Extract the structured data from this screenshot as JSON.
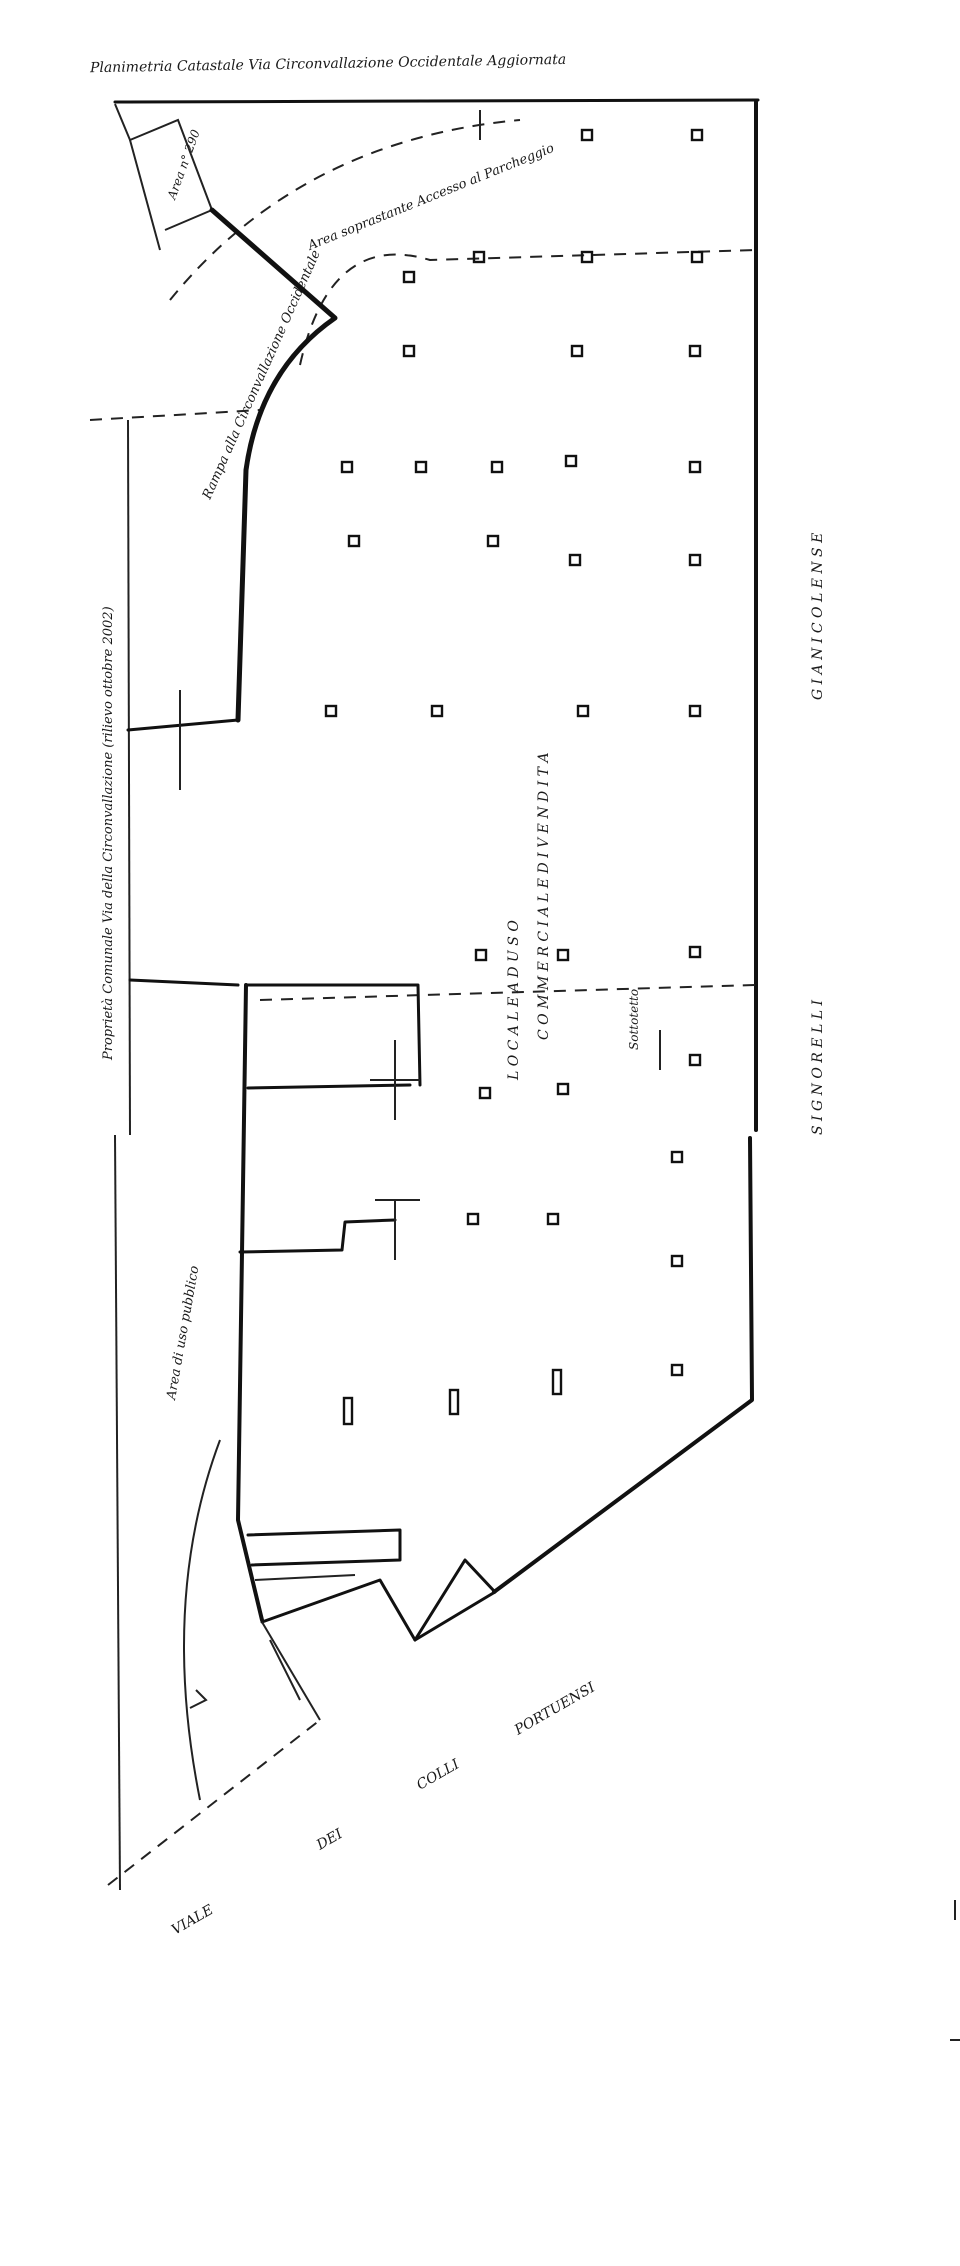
{
  "title": "Planimetria generale",
  "labels": {
    "top_note": "Planimetria  Catastale  Via Circonvallazione  Occidentale  Aggiornata",
    "top_right_small": "Area n° 290",
    "curve_upper": "Area soprastante  Accesso al Parcheggio",
    "curve_lower": "Rampa alla Circonvallazione Occidentale",
    "left_vertical_long": "Proprietà Comunale Via della Circonvallazione (rilievo ottobre 2002)",
    "left_vertical_lower": "Area  di  uso  pubblico",
    "center_line1": "L O C A L E   A D   U S O",
    "center_line2": "C O M M E R C I A L E   D I   V E N D I T A",
    "small_dim": "Sottotetto",
    "right_vertical_lower": "S I G N O R E L L I",
    "right_vertical_upper": "G I A N I C O L E N S E",
    "bottom_left_1": "VIALE",
    "bottom_left_2": "DEI",
    "bottom_left_3": "COLLI",
    "bottom_left_4": "PORTUENSI"
  }
}
